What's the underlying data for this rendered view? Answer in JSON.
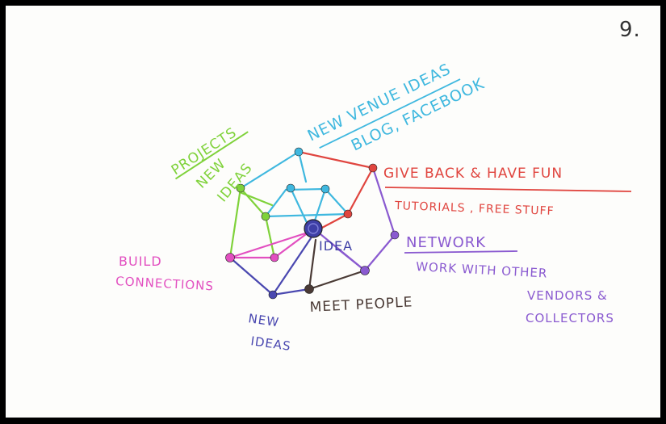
{
  "page_number": "9.",
  "center_label": "IDEA",
  "branches": [
    {
      "id": "projects",
      "lines": [
        "PROJECTS",
        "NEW",
        "IDEAS"
      ],
      "color": "#7fd23a"
    },
    {
      "id": "new-venue",
      "lines": [
        "NEW VENUE IDEAS",
        "BLOG, FACEBOOK"
      ],
      "color": "#3fb8df"
    },
    {
      "id": "give-back",
      "lines": [
        "GIVE BACK & HAVE FUN",
        "TUTORIALS , FREE STUFF"
      ],
      "color": "#e0453f"
    },
    {
      "id": "network",
      "lines": [
        "NETWORK",
        "WORK WITH OTHER",
        "VENDORS &",
        "COLLECTORS"
      ],
      "color": "#8a5ad0"
    },
    {
      "id": "meet-people",
      "lines": [
        "MEET PEOPLE"
      ],
      "color": "#4a3a35"
    },
    {
      "id": "new-ideas",
      "lines": [
        "NEW",
        "IDEAS"
      ],
      "color": "#4a48b0"
    },
    {
      "id": "build-connections",
      "lines": [
        "BUILD",
        "CONNECTIONS"
      ],
      "color": "#e24fc0"
    }
  ],
  "center_color": "#3e3fa6"
}
